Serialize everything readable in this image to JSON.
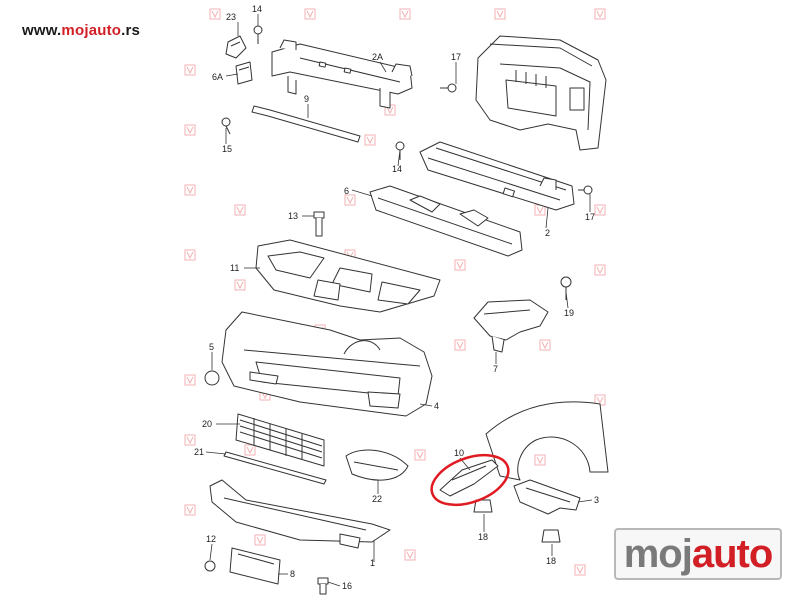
{
  "site": {
    "prefix": "www.",
    "brand": "mojauto",
    "suffix": ".rs"
  },
  "logo": {
    "part1": "moj",
    "part2": "auto"
  },
  "callouts": [
    "23",
    "14",
    "2A",
    "6A",
    "9",
    "17",
    "15",
    "14",
    "6",
    "17",
    "13",
    "2",
    "11",
    "19",
    "5",
    "7",
    "4",
    "20",
    "21",
    "10",
    "22",
    "3",
    "18",
    "18",
    "12",
    "8",
    "16",
    "1"
  ],
  "colors": {
    "line": "#333333",
    "highlight": "#e01b22",
    "watermark": "#f2a9ad",
    "accent": "#d21f26"
  }
}
